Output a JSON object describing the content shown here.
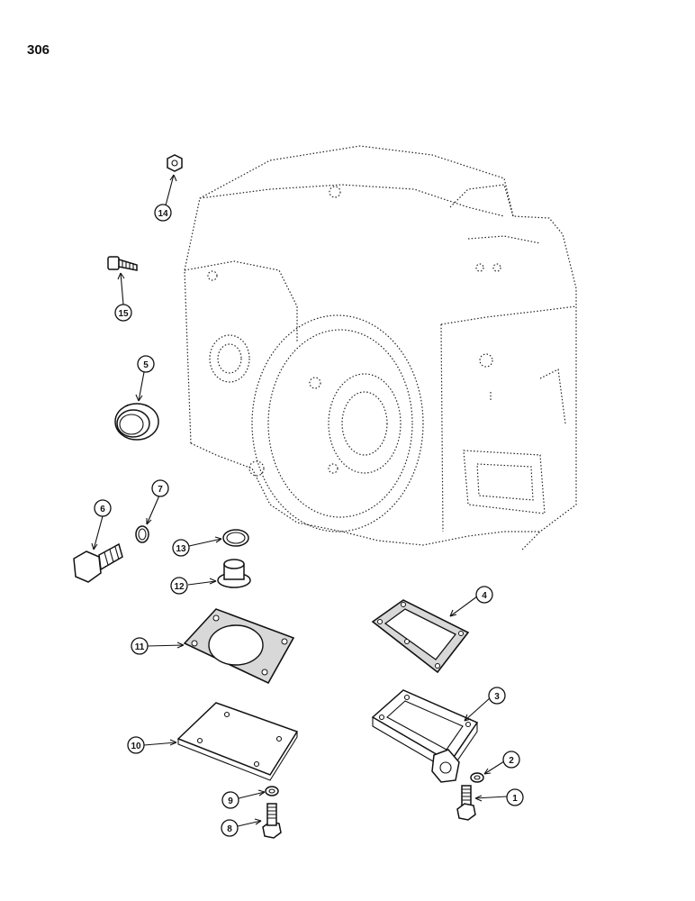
{
  "page": {
    "number": "306"
  },
  "callouts": [
    {
      "id": "1",
      "label": "1"
    },
    {
      "id": "2",
      "label": "2"
    },
    {
      "id": "3",
      "label": "3"
    },
    {
      "id": "4",
      "label": "4"
    },
    {
      "id": "5",
      "label": "5"
    },
    {
      "id": "6",
      "label": "6"
    },
    {
      "id": "7",
      "label": "7"
    },
    {
      "id": "8",
      "label": "8"
    },
    {
      "id": "9",
      "label": "9"
    },
    {
      "id": "10",
      "label": "10"
    },
    {
      "id": "11",
      "label": "11"
    },
    {
      "id": "12",
      "label": "12"
    },
    {
      "id": "13",
      "label": "13"
    },
    {
      "id": "14",
      "label": "14"
    },
    {
      "id": "15",
      "label": "15"
    }
  ],
  "colors": {
    "ink": "#111111",
    "paper": "#ffffff",
    "gasket_fill": "#d8d8d8"
  }
}
